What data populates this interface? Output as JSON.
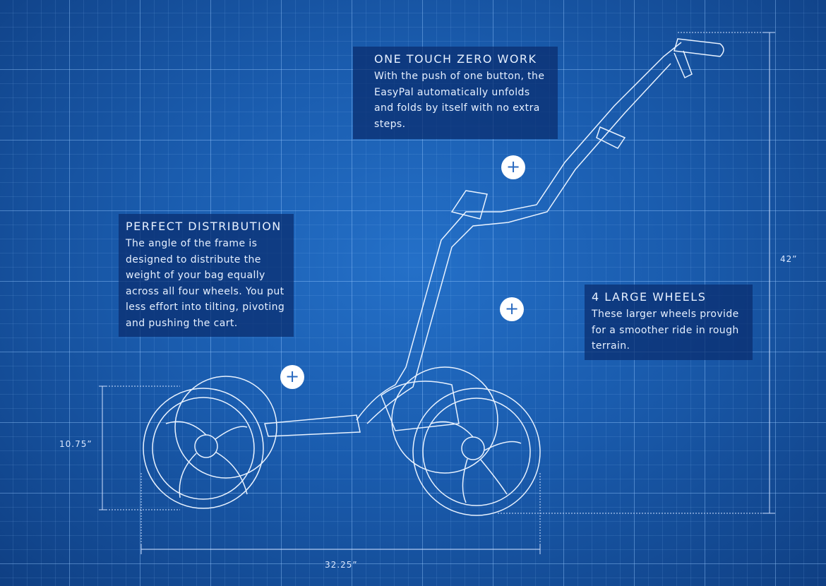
{
  "features": [
    {
      "title": "ONE TOUCH ZERO WORK",
      "body": "With the push of one button, the EasyPal automatically unfolds and folds by itself with no extra steps."
    },
    {
      "title": "PERFECT DISTRIBUTION",
      "body": "The angle of the frame is designed to distribute the weight of your bag equally across all four wheels. You put less effort into tilting, pivoting and pushing the cart."
    },
    {
      "title": "4 LARGE WHEELS",
      "body": "These larger wheels provide for a smoother ride in rough terrain."
    }
  ],
  "hotspot_symbol": "+",
  "dimensions": {
    "height": "42”",
    "wheel": "10.75”",
    "length": "32.25”"
  }
}
